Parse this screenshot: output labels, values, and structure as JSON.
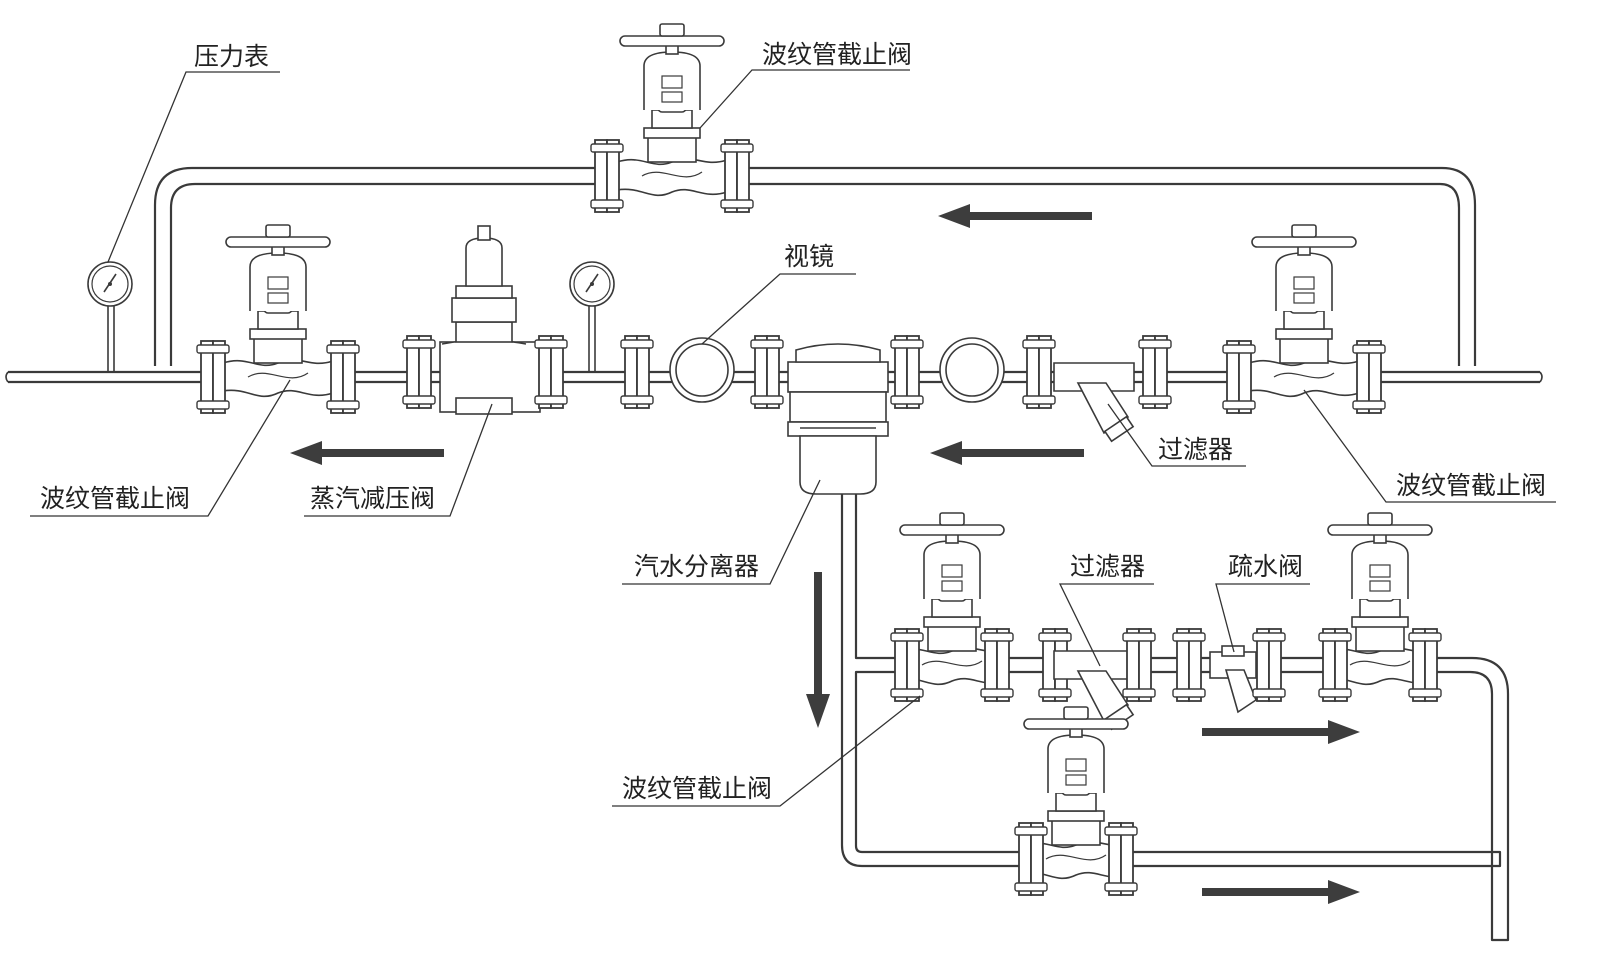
{
  "labels": {
    "pressure_gauge": "压力表",
    "valve_top": "波纹管截止阀",
    "sight_glass": "视镜",
    "filter_main": "过滤器",
    "valve_right": "波纹管截止阀",
    "valve_left": "波纹管截止阀",
    "reducing_valve": "蒸汽减压阀",
    "separator": "汽水分离器",
    "filter_drain": "过滤器",
    "trap": "疏水阀",
    "valve_drain": "波纹管截止阀"
  },
  "colors": {
    "stroke": "#3a3a3a",
    "arrow": "#3d3d3d",
    "background": "#ffffff"
  }
}
